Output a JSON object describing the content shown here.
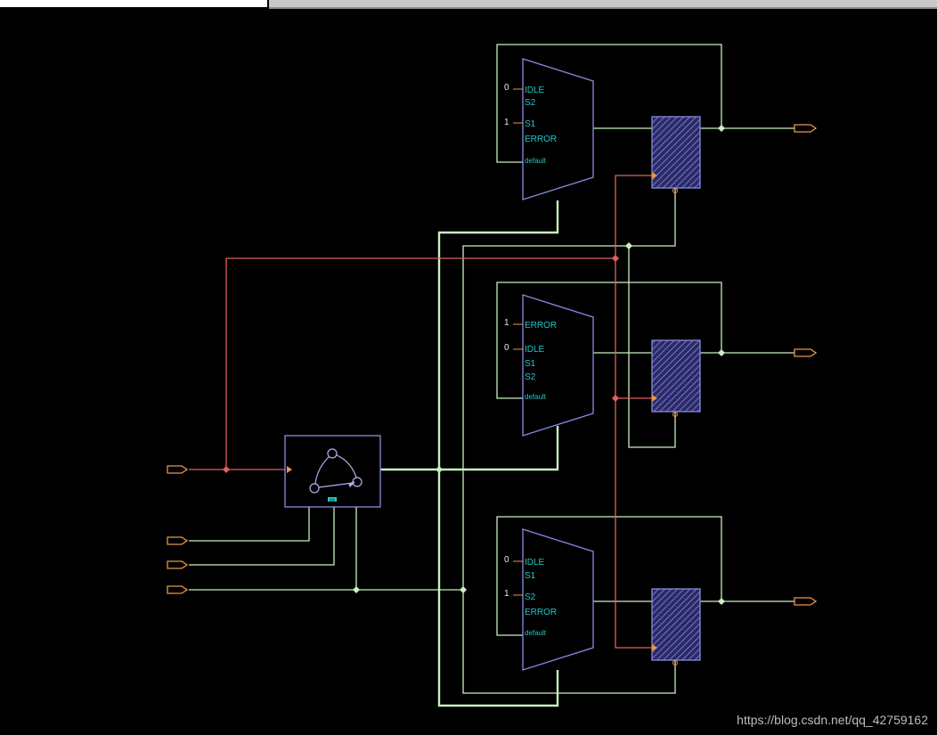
{
  "schematic": {
    "colors": {
      "background": "#000000",
      "wire_data": "#b8e6b0",
      "wire_bus": "#c8f0c0",
      "wire_clock": "#e06060",
      "port": "#e8964a",
      "block_outline": "#8a8ae0",
      "pin_text": "#20c8c8",
      "constant_text": "#e8e8e8"
    },
    "icons": [
      "input-port-icon",
      "output-port-icon",
      "state-machine-icon",
      "register-icon",
      "multiplexer-icon"
    ],
    "fsm": {
      "label": "cs"
    },
    "mux_top": {
      "groups": [
        {
          "const": "0",
          "pins": [
            "IDLE",
            "S2"
          ]
        },
        {
          "const": "1",
          "pins": [
            "S1",
            "ERROR"
          ]
        }
      ],
      "default": "default"
    },
    "mux_mid": {
      "groups": [
        {
          "const": "1",
          "pins": [
            "ERROR"
          ]
        },
        {
          "const": "0",
          "pins": [
            "IDLE",
            "S1",
            "S2"
          ]
        }
      ],
      "default": "default"
    },
    "mux_bot": {
      "groups": [
        {
          "const": "0",
          "pins": [
            "IDLE",
            "S1"
          ]
        },
        {
          "const": "1",
          "pins": [
            "S2",
            "ERROR"
          ]
        }
      ],
      "default": "default"
    }
  },
  "watermark": "https://blog.csdn.net/qq_42759162"
}
